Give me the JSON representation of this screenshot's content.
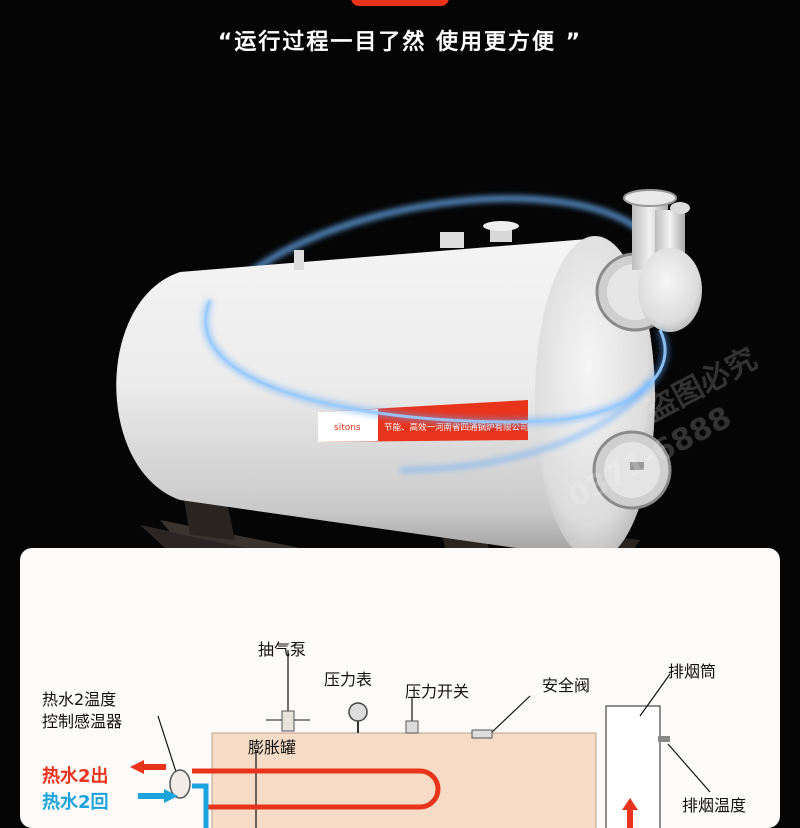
{
  "slogan": "“运行过程一目了然 使用更方便 ”",
  "boiler": {
    "banner_text": "节能、高效一河南省四通锅炉有限公司",
    "logo_text": "sitons"
  },
  "watermark": {
    "line1": "盗图必究",
    "line2": "0371-6888"
  },
  "diagram": {
    "labels": {
      "vacuum_pump": "抽气泵",
      "pressure_gauge": "压力表",
      "pressure_switch": "压力开关",
      "safety_valve": "安全阀",
      "chimney": "排烟筒",
      "sensor_line1": "热水2温度",
      "sensor_line2": "控制感温器",
      "expansion_tank": "膨胀罐",
      "hot_water_out": "热水2出",
      "hot_water_return": "热水2回",
      "exhaust_temp": "排烟温度"
    },
    "colors": {
      "tank": "#f6dcc6",
      "hot": "#e8341c",
      "cold": "#1aa3dc"
    }
  }
}
